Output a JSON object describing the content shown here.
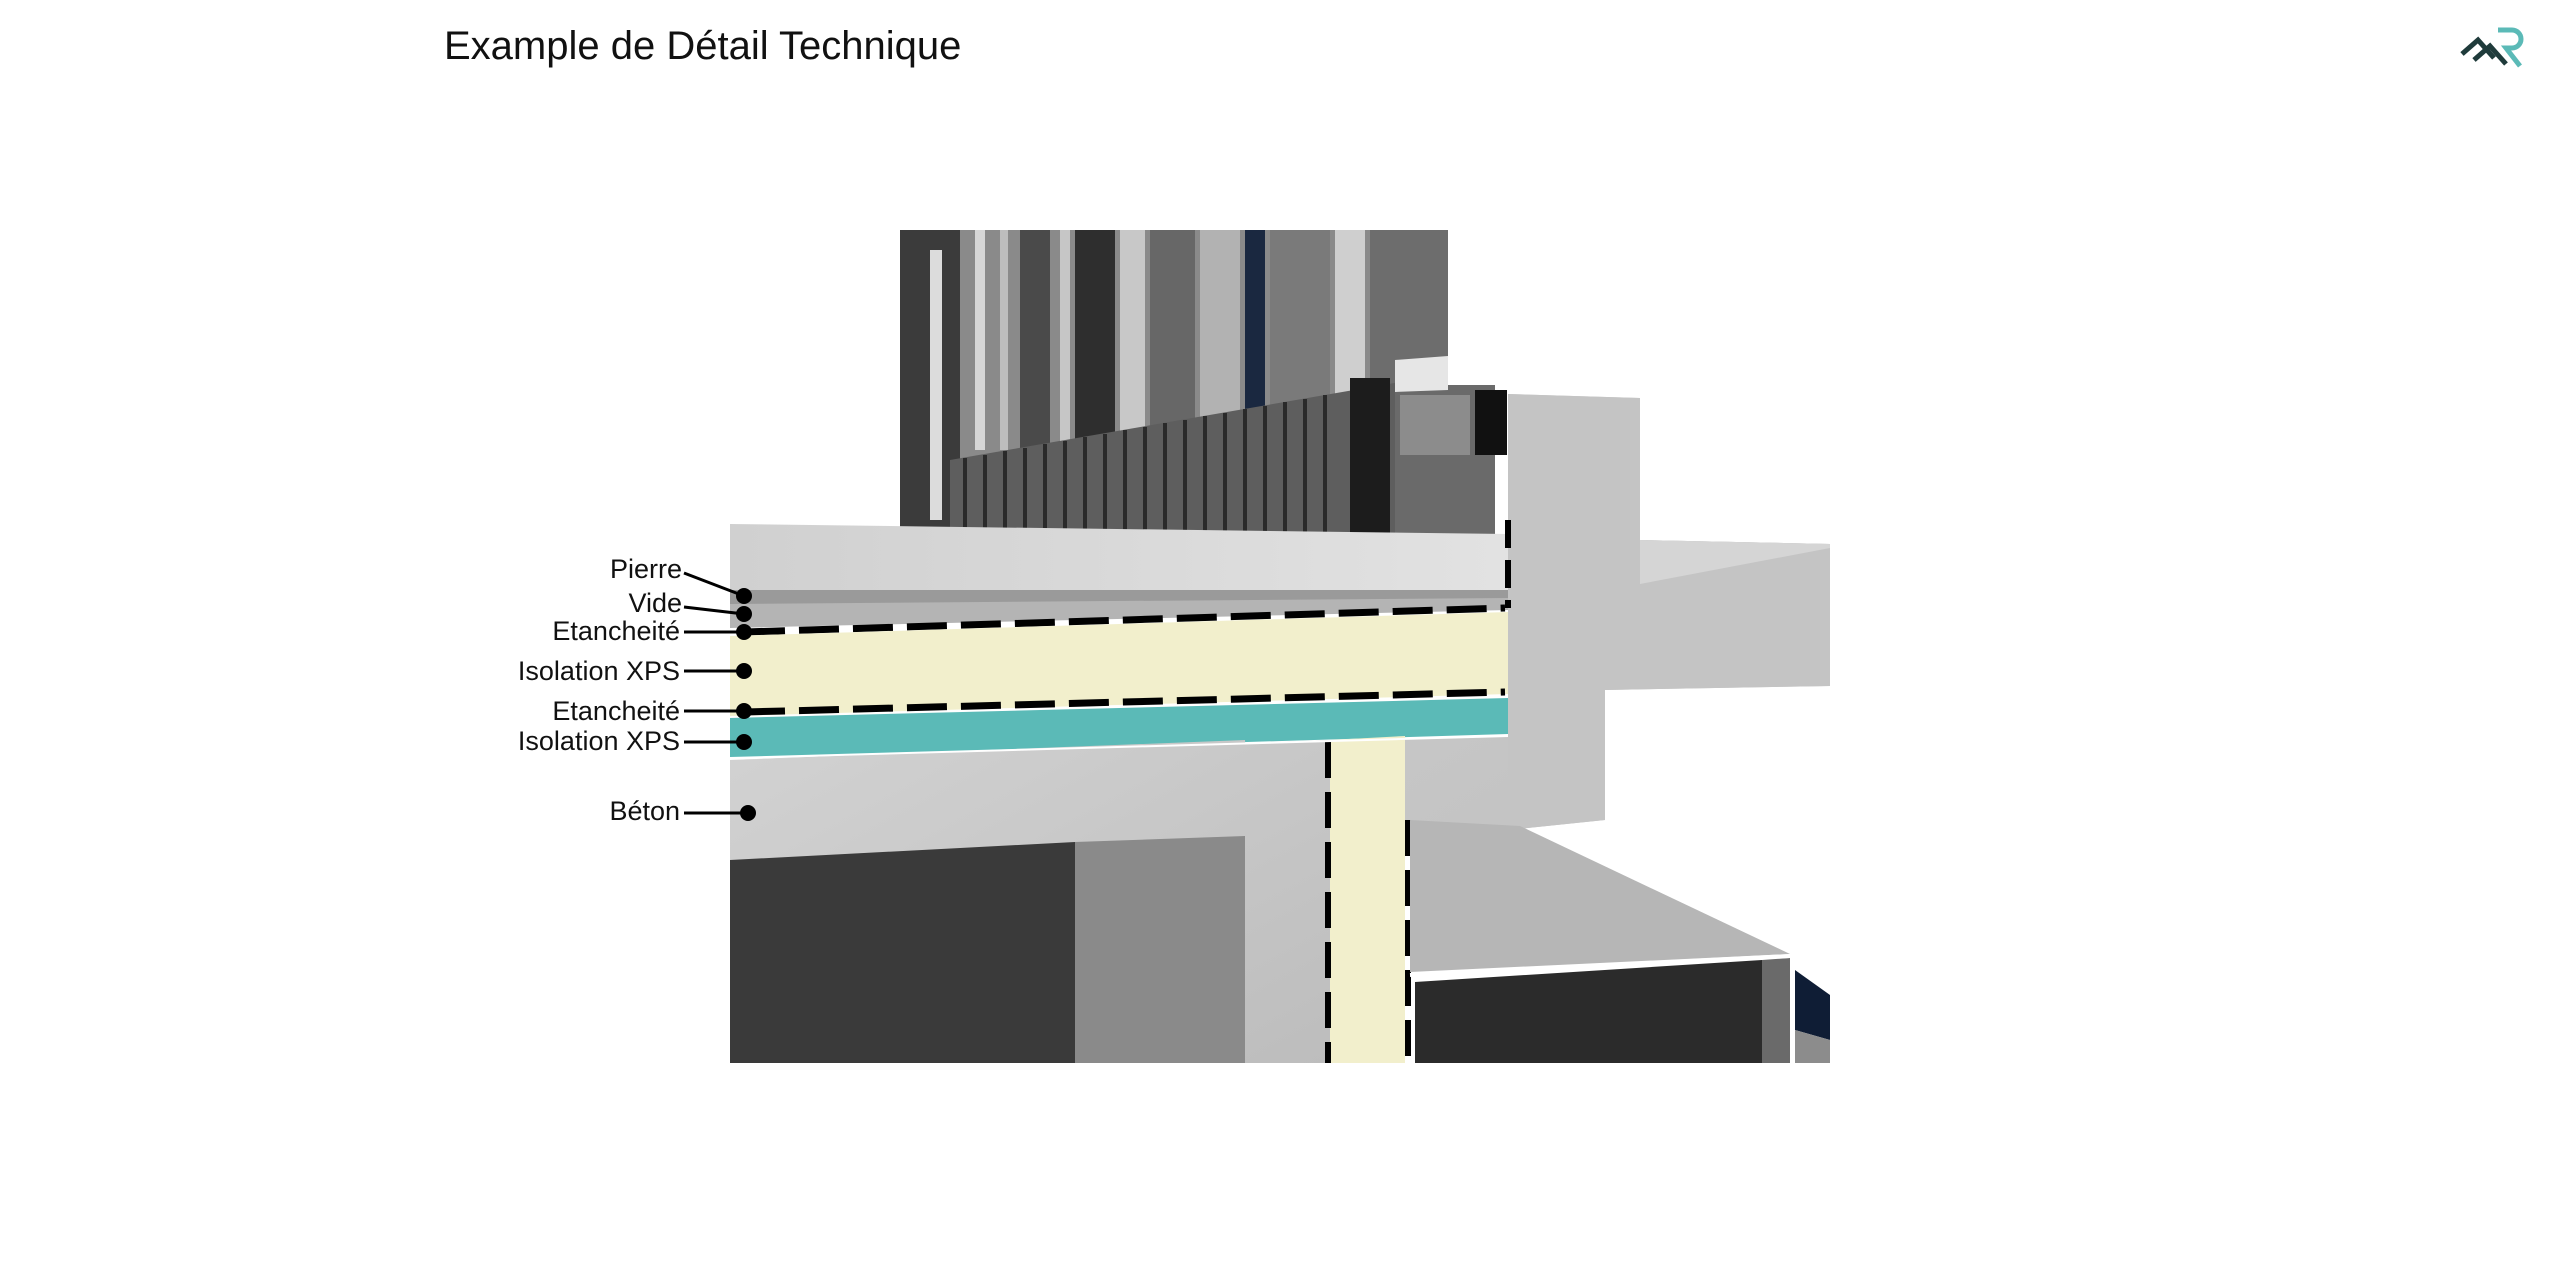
{
  "page": {
    "title": "Example de Détail Technique"
  },
  "diagram": {
    "layers": [
      {
        "id": "pierre",
        "label": "Pierre"
      },
      {
        "id": "vide",
        "label": "Vide"
      },
      {
        "id": "etancheite-1",
        "label": "Etancheité"
      },
      {
        "id": "isolation-xps-1",
        "label": "Isolation XPS"
      },
      {
        "id": "etancheite-2",
        "label": "Etancheité"
      },
      {
        "id": "isolation-xps-2",
        "label": "Isolation XPS"
      },
      {
        "id": "beton",
        "label": "Béton"
      }
    ],
    "colors": {
      "concrete": "#c9c9c9",
      "stone": "#b9b9b9",
      "xps_insulation": "#f2efcc",
      "teal_insulation": "#5bbab7",
      "waterproofing": "#000000",
      "dark_panel": "#3a3a3a"
    }
  }
}
